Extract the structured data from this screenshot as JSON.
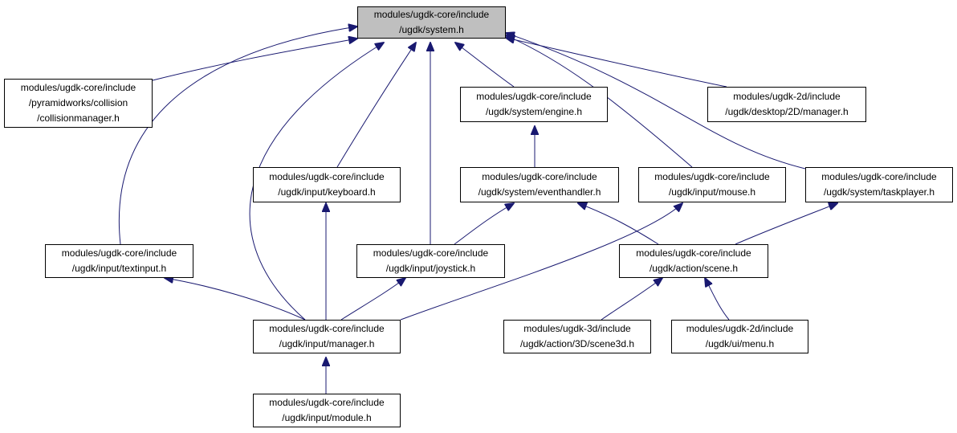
{
  "colors": {
    "edge": "#191970",
    "border": "#000000",
    "current_fill": "#bfbfbf",
    "fill": "#ffffff"
  },
  "nodes": {
    "system": {
      "lines": [
        "modules/ugdk-core/include",
        "/ugdk/system.h"
      ]
    },
    "collision": {
      "lines": [
        "modules/ugdk-core/include",
        "/pyramidworks/collision",
        "/collisionmanager.h"
      ]
    },
    "engine": {
      "lines": [
        "modules/ugdk-core/include",
        "/ugdk/system/engine.h"
      ]
    },
    "manager2d": {
      "lines": [
        "modules/ugdk-2d/include",
        "/ugdk/desktop/2D/manager.h"
      ]
    },
    "keyboard": {
      "lines": [
        "modules/ugdk-core/include",
        "/ugdk/input/keyboard.h"
      ]
    },
    "eventhandler": {
      "lines": [
        "modules/ugdk-core/include",
        "/ugdk/system/eventhandler.h"
      ]
    },
    "mouse": {
      "lines": [
        "modules/ugdk-core/include",
        "/ugdk/input/mouse.h"
      ]
    },
    "taskplayer": {
      "lines": [
        "modules/ugdk-core/include",
        "/ugdk/system/taskplayer.h"
      ]
    },
    "textinput": {
      "lines": [
        "modules/ugdk-core/include",
        "/ugdk/input/textinput.h"
      ]
    },
    "joystick": {
      "lines": [
        "modules/ugdk-core/include",
        "/ugdk/input/joystick.h"
      ]
    },
    "scene": {
      "lines": [
        "modules/ugdk-core/include",
        "/ugdk/action/scene.h"
      ]
    },
    "inputmanager": {
      "lines": [
        "modules/ugdk-core/include",
        "/ugdk/input/manager.h"
      ]
    },
    "scene3d": {
      "lines": [
        "modules/ugdk-3d/include",
        "/ugdk/action/3D/scene3d.h"
      ]
    },
    "menu": {
      "lines": [
        "modules/ugdk-2d/include",
        "/ugdk/ui/menu.h"
      ]
    },
    "module": {
      "lines": [
        "modules/ugdk-core/include",
        "/ugdk/input/module.h"
      ]
    }
  },
  "edges": [
    {
      "from": "collision",
      "to": "system"
    },
    {
      "from": "engine",
      "to": "system"
    },
    {
      "from": "manager2d",
      "to": "system"
    },
    {
      "from": "keyboard",
      "to": "system"
    },
    {
      "from": "mouse",
      "to": "system"
    },
    {
      "from": "taskplayer",
      "to": "system"
    },
    {
      "from": "textinput",
      "to": "system"
    },
    {
      "from": "joystick",
      "to": "system"
    },
    {
      "from": "inputmanager",
      "to": "system"
    },
    {
      "from": "eventhandler",
      "to": "engine"
    },
    {
      "from": "joystick",
      "to": "eventhandler"
    },
    {
      "from": "scene",
      "to": "eventhandler"
    },
    {
      "from": "scene",
      "to": "taskplayer"
    },
    {
      "from": "inputmanager",
      "to": "mouse"
    },
    {
      "from": "inputmanager",
      "to": "keyboard"
    },
    {
      "from": "inputmanager",
      "to": "textinput"
    },
    {
      "from": "inputmanager",
      "to": "joystick"
    },
    {
      "from": "scene3d",
      "to": "scene"
    },
    {
      "from": "menu",
      "to": "scene"
    },
    {
      "from": "module",
      "to": "inputmanager"
    }
  ]
}
